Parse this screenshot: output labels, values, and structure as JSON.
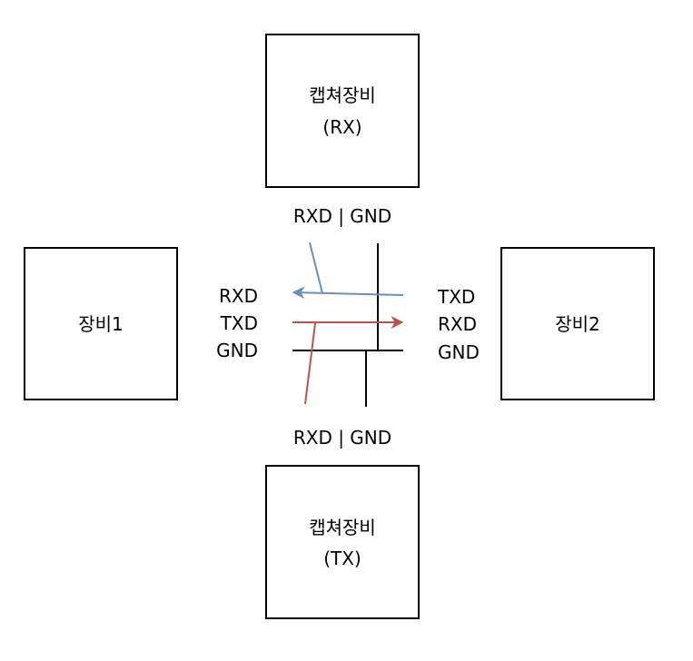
{
  "boxes": {
    "capture_rx": {
      "line1": "캡쳐장비",
      "line2": "(RX)"
    },
    "capture_tx": {
      "line1": "캡쳐장비",
      "line2": "(TX)"
    },
    "device1": {
      "label": "장비1"
    },
    "device2": {
      "label": "장비2"
    }
  },
  "labels": {
    "top_pins": "RXD | GND",
    "bottom_pins": "RXD | GND",
    "left_pins": [
      "RXD",
      "TXD",
      "GND"
    ],
    "right_pins": [
      "TXD",
      "RXD",
      "GND"
    ]
  },
  "colors": {
    "rx_signal": "#6c8ebf",
    "tx_signal": "#b85450",
    "wire": "#000000"
  }
}
